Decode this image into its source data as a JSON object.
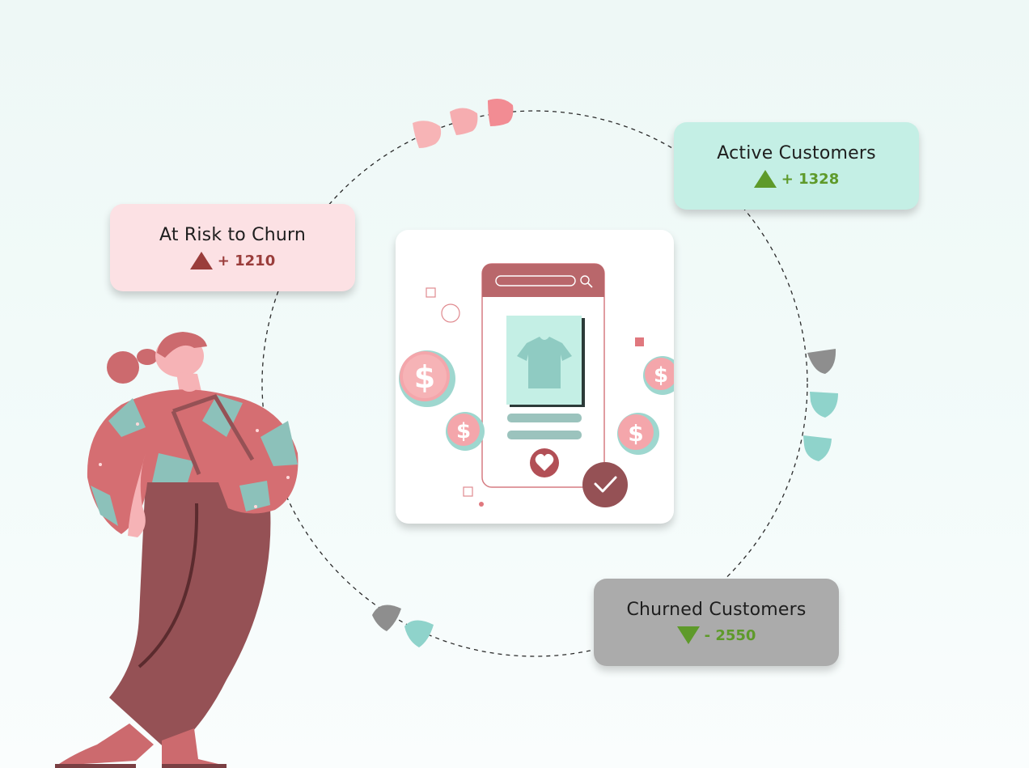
{
  "cycle": {
    "at_risk": {
      "title": "At Risk to Churn",
      "value": "+ 1210",
      "trend": "up",
      "color": "#9a3d3b"
    },
    "active": {
      "title": "Active Customers",
      "value": "+ 1328",
      "trend": "up",
      "color": "#5e9a2a"
    },
    "churned": {
      "title": "Churned Customers",
      "value": "- 2550",
      "trend": "down",
      "color": "#5e9a2a"
    }
  },
  "colors": {
    "pink": "#f5a3a8",
    "teal": "#8fd3cb",
    "gray": "#8e8e8e",
    "maroon": "#955155"
  },
  "icons": [
    "shirt-icon",
    "heart-icon",
    "checkmark-icon",
    "dollar-coin-icon",
    "search-icon"
  ]
}
